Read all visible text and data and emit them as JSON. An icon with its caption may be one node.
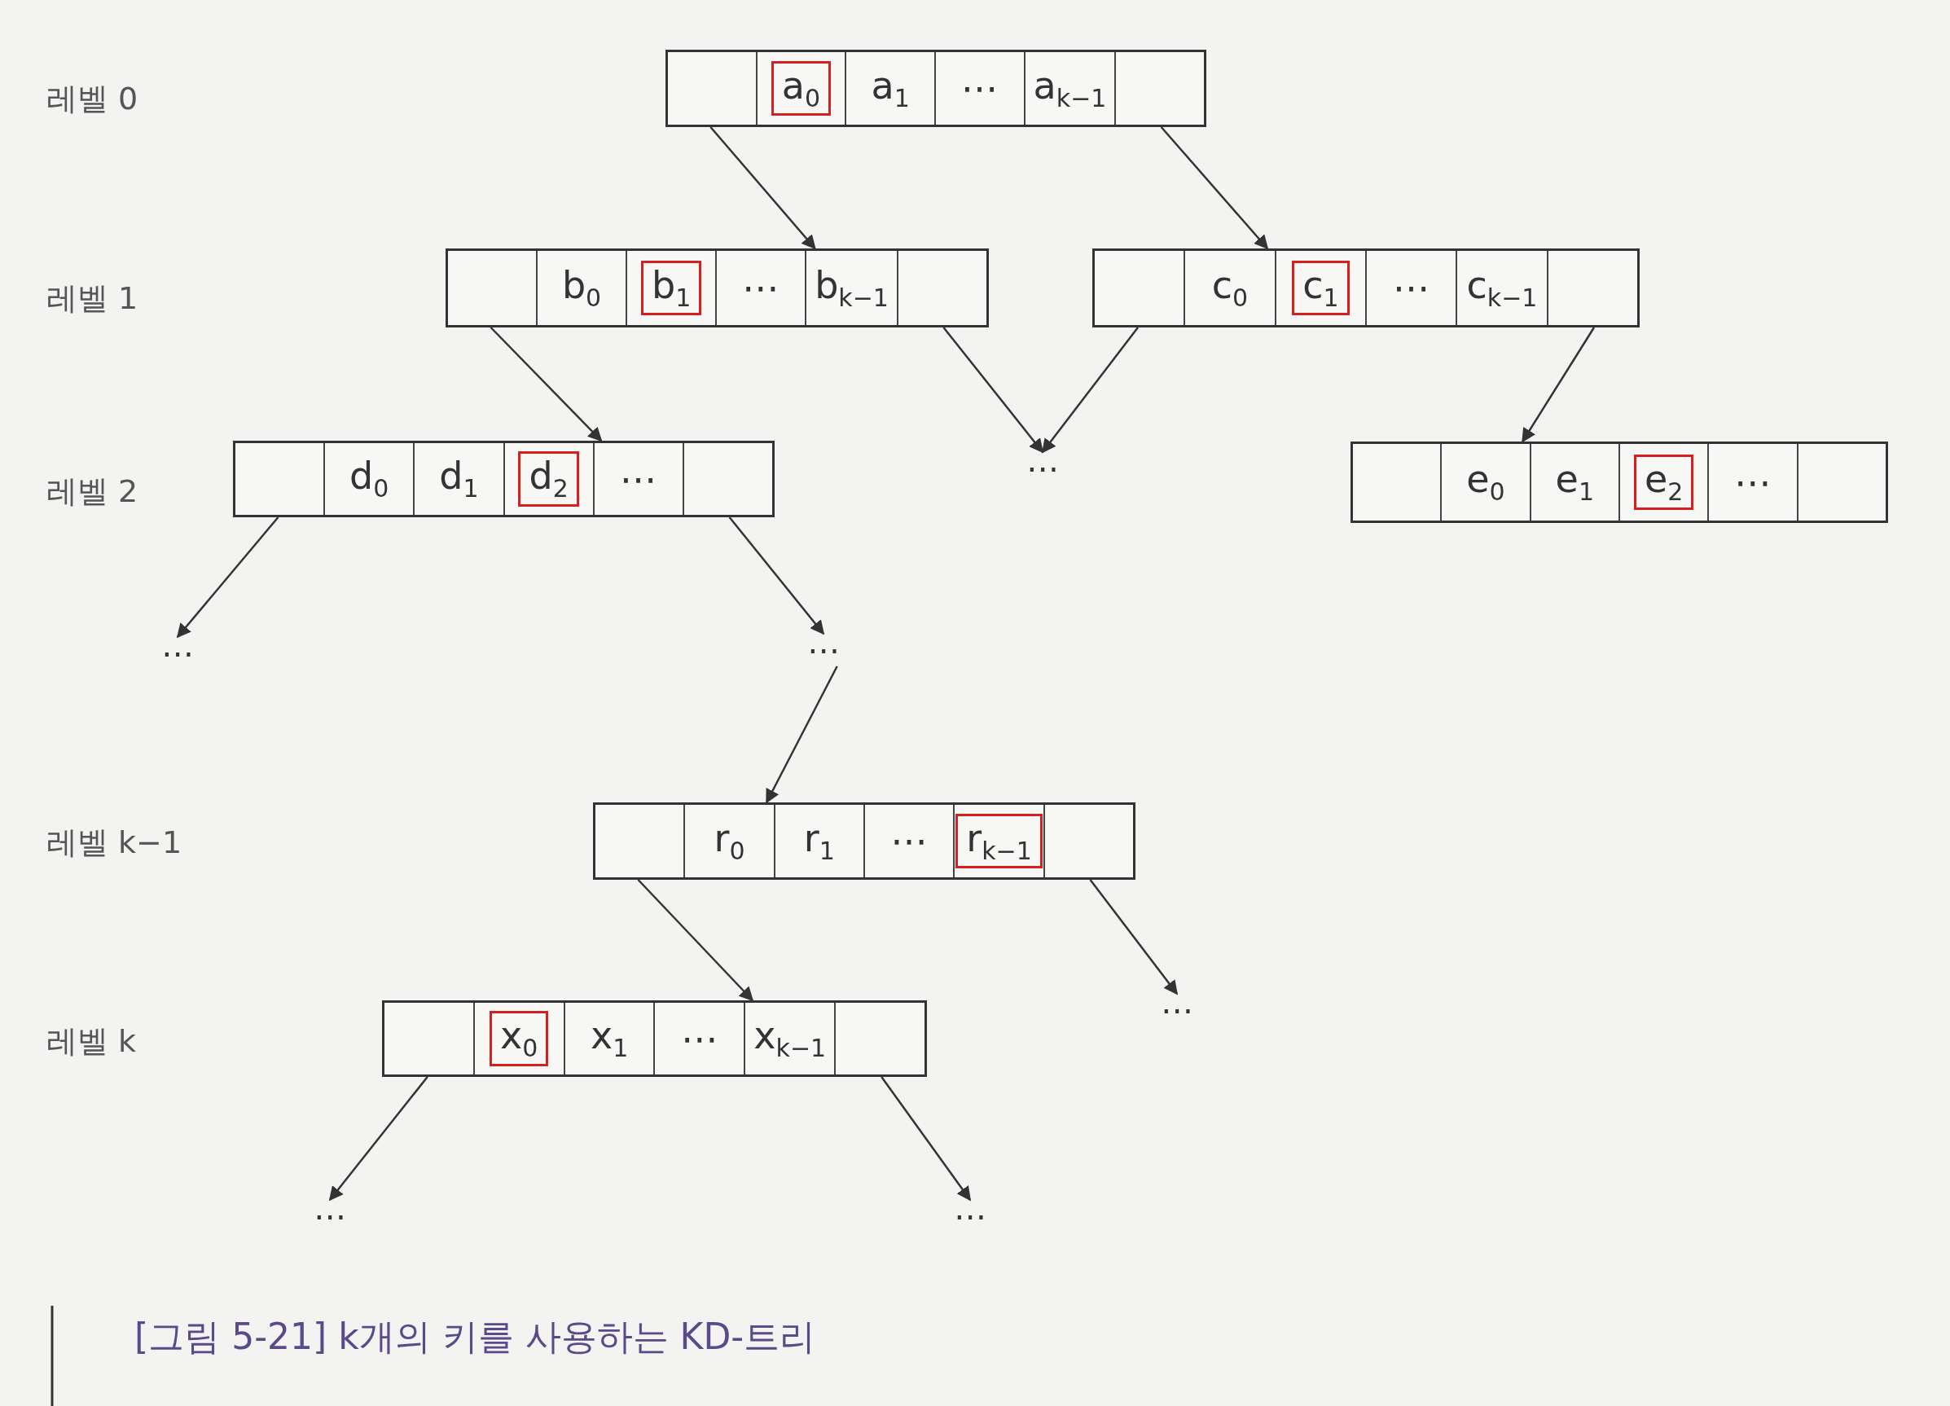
{
  "diagram": {
    "caption": "[그림 5-21] k개의 키를 사용하는 KD-트리",
    "nodes": [
      {
        "text": [
          "a$_{0}$",
          "a$_{1}$",
          "⋯",
          "a$_{k−1}$"
        ]
      },
      {
        "text": [
          "b$_{0}$",
          "b$_{1}$",
          "⋯",
          "b$_{k−1}$"
        ]
      },
      {
        "text": [
          "c$_{0}$",
          "c$_{1}$",
          "⋯",
          "c$_{k−1}$"
        ]
      },
      {
        "text": [
          "d$_{0}$",
          "d$_{1}$",
          "d$_{2}$",
          "⋯"
        ]
      },
      {
        "text": [
          "⋯"
        ]
      },
      {
        "text": [
          "e$_{0}$",
          "e$_{1}$",
          "e$_{2}$",
          "⋯"
        ]
      },
      {
        "text": [
          "⋯"
        ]
      },
      {
        "text": [
          "⋯"
        ]
      },
      {
        "text": [
          "r$_{0}$",
          "r$_{1}$",
          "⋯",
          "r$_{k−1}$"
        ]
      },
      {
        "text": [
          "⋯"
        ]
      },
      {
        "text": [
          "x$_{0}$",
          "x$_{1}$",
          "⋯",
          "x$_{k−1}$"
        ]
      },
      {
        "text": [
          "⋯"
        ]
      },
      {
        "text": [
          "⋯"
        ]
      }
    ],
    "edges": [
      {
        "from": 0,
        "to": 1,
        "arrow": "to"
      },
      {
        "from": 0,
        "to": 2,
        "arrow": "to"
      },
      {
        "from": 1,
        "to": 3,
        "arrow": "to"
      },
      {
        "from": 1,
        "to": 4,
        "arrow": "to"
      },
      {
        "from": 2,
        "to": 4,
        "arrow": "to"
      },
      {
        "from": 2,
        "to": 5,
        "arrow": "to"
      },
      {
        "from": 3,
        "to": 6,
        "arrow": "to"
      },
      {
        "from": 3,
        "to": 7,
        "arrow": "to"
      },
      {
        "from": 7,
        "to": 8,
        "arrow": "to"
      },
      {
        "from": 8,
        "to": 10,
        "arrow": "to"
      },
      {
        "from": 8,
        "to": 9,
        "arrow": "to"
      },
      {
        "from": 10,
        "to": 11,
        "arrow": "to"
      },
      {
        "from": 10,
        "to": 12,
        "arrow": "to"
      }
    ],
    "labels": [
      "레벨 0",
      "레벨 1",
      "레벨 2",
      "레벨 k−1",
      "레벨 k"
    ]
  }
}
